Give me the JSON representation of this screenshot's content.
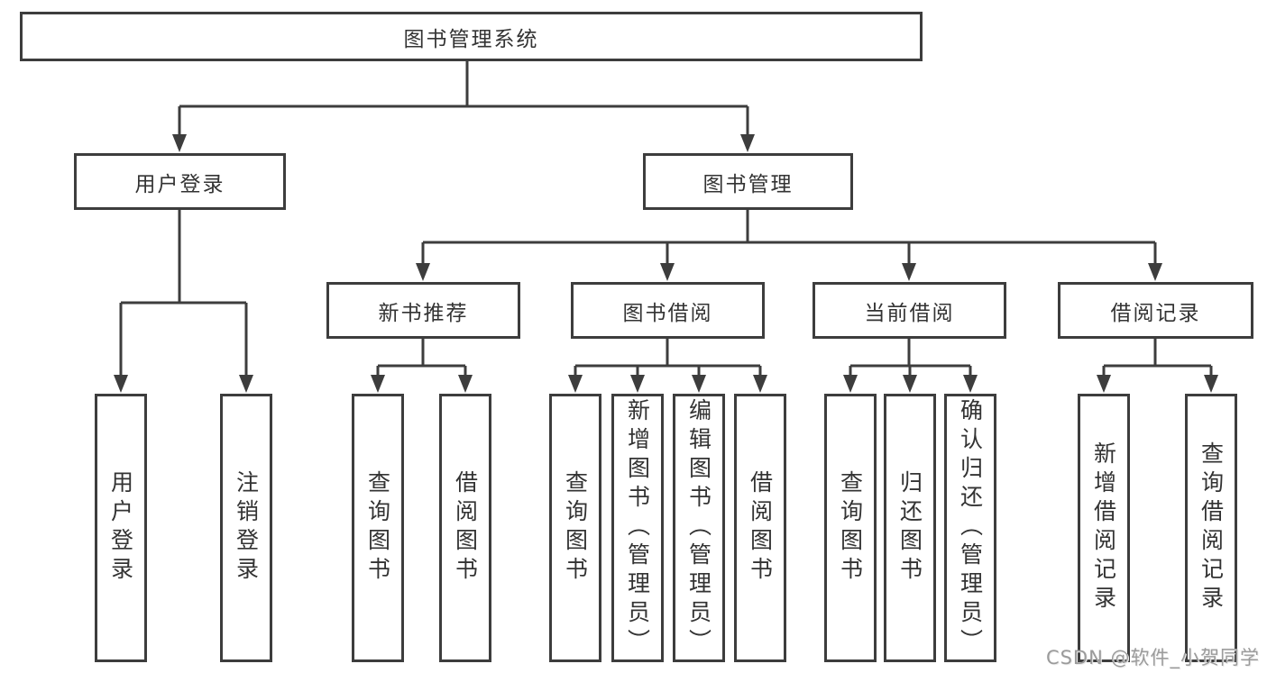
{
  "diagram_title": "图书管理系统",
  "nodes": {
    "root": {
      "label": "图书管理系统"
    },
    "user_login": {
      "label": "用户登录"
    },
    "book_mgmt": {
      "label": "图书管理"
    },
    "new_book_rec": {
      "label": "新书推荐"
    },
    "book_borrow": {
      "label": "图书借阅"
    },
    "current_borrow": {
      "label": "当前借阅"
    },
    "borrow_record": {
      "label": "借阅记录"
    }
  },
  "leaves": {
    "user_login_leaf": "用户登录",
    "logout_leaf": "注销登录",
    "rec_query_books": "查询图书",
    "rec_borrow_books": "借阅图书",
    "borrow_query_books": "查询图书",
    "borrow_add_books": "新增图书（管理员）",
    "borrow_edit_books": "编辑图书（管理员）",
    "borrow_borrow_books": "借阅图书",
    "current_query_books": "查询图书",
    "current_return_books": "归还图书",
    "current_confirm_return": "确认归还（管理员）",
    "record_add_record": "新增借阅记录",
    "record_query_record": "查询借阅记录"
  },
  "watermark": {
    "text": "CSDN @软件_小贺同学"
  },
  "colors": {
    "line": "#3d3d3d",
    "text": "#333333",
    "background": "#ffffff",
    "watermark": "#9b9b9b"
  }
}
